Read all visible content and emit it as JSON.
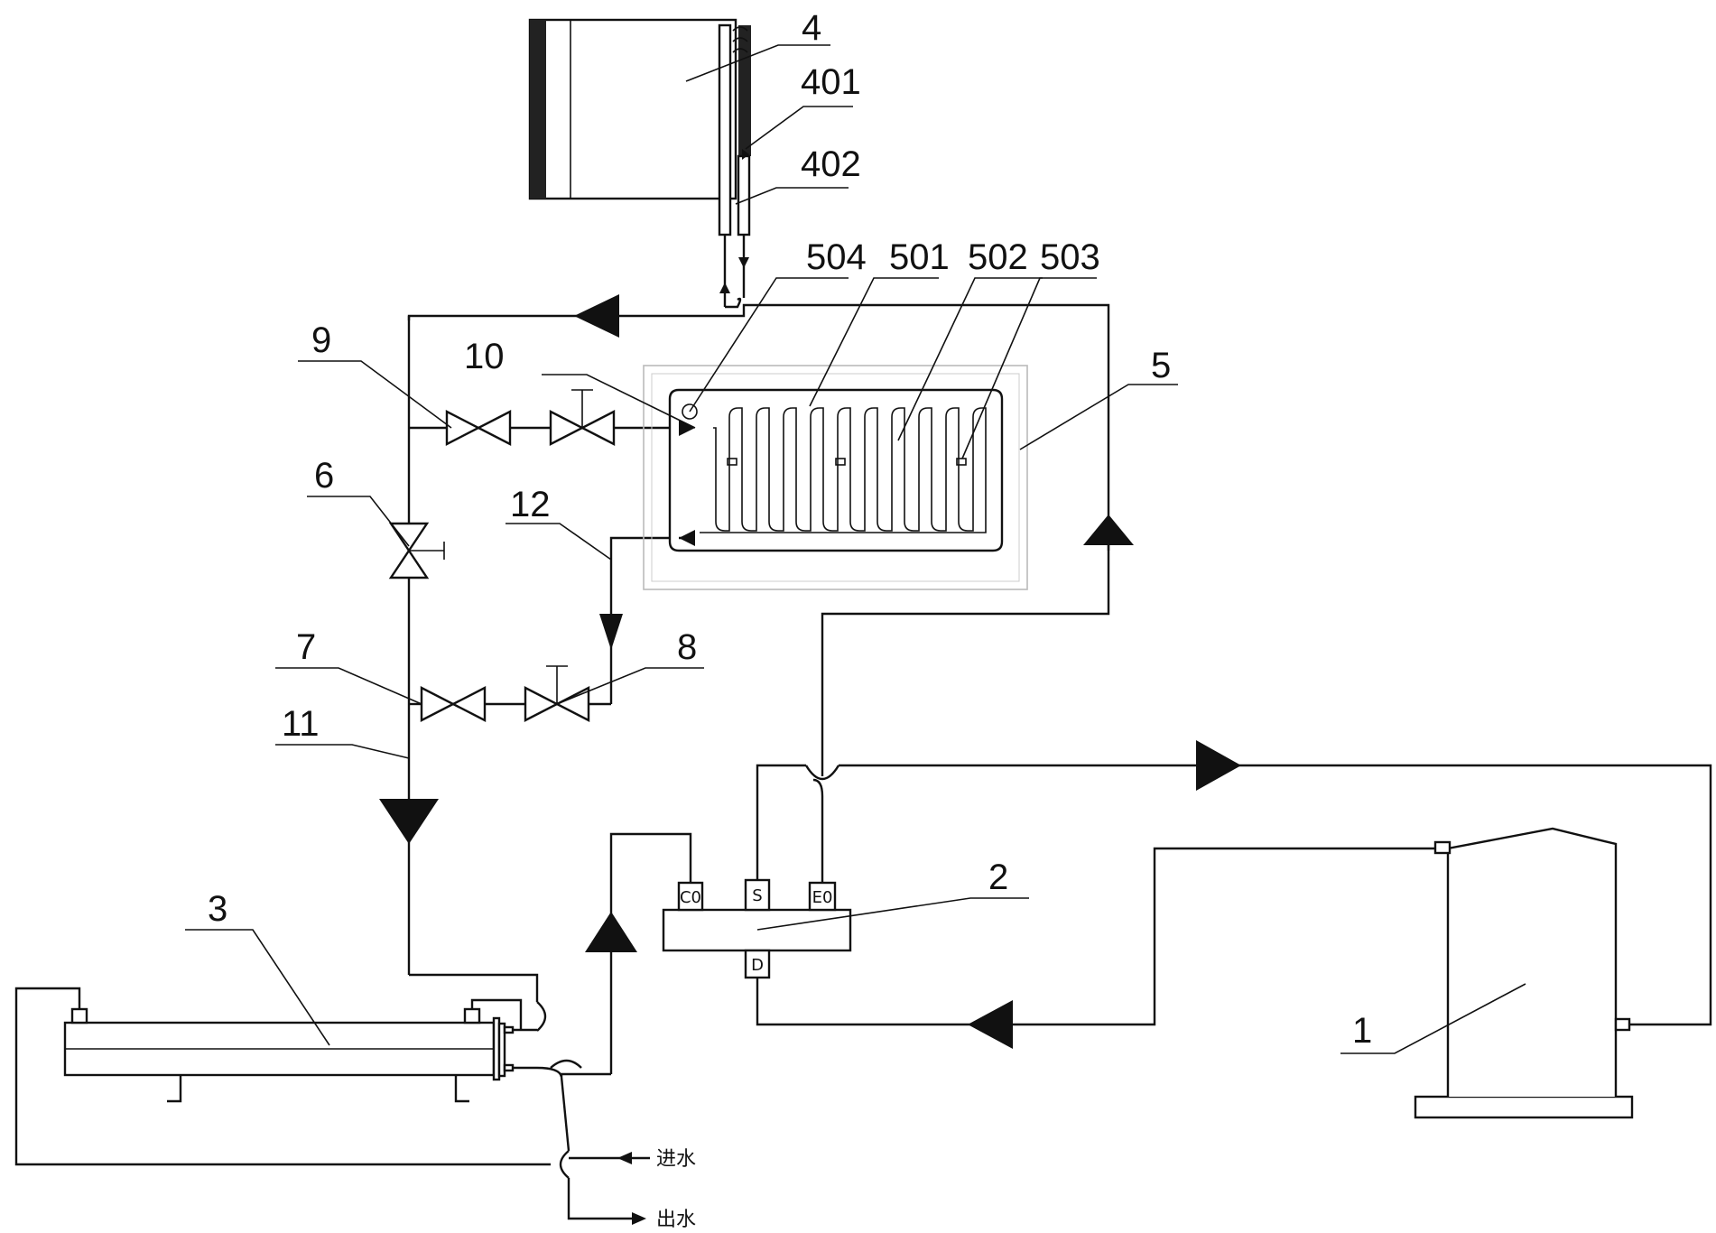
{
  "labels": {
    "l1": "1",
    "l2": "2",
    "l3": "3",
    "l4": "4",
    "l401": "401",
    "l402": "402",
    "l5": "5",
    "l501": "501",
    "l502": "502",
    "l503": "503",
    "l504": "504",
    "l6": "6",
    "l7": "7",
    "l8": "8",
    "l9": "9",
    "l10": "10",
    "l11": "11",
    "l12": "12"
  },
  "ports": {
    "c0": "C0",
    "s": "S",
    "e0": "E0",
    "d": "D"
  },
  "water": {
    "inlet": "进水",
    "outlet": "出水"
  },
  "colors": {
    "line": "#111111",
    "background": "#ffffff",
    "enclosure": "#bbbbbb"
  }
}
